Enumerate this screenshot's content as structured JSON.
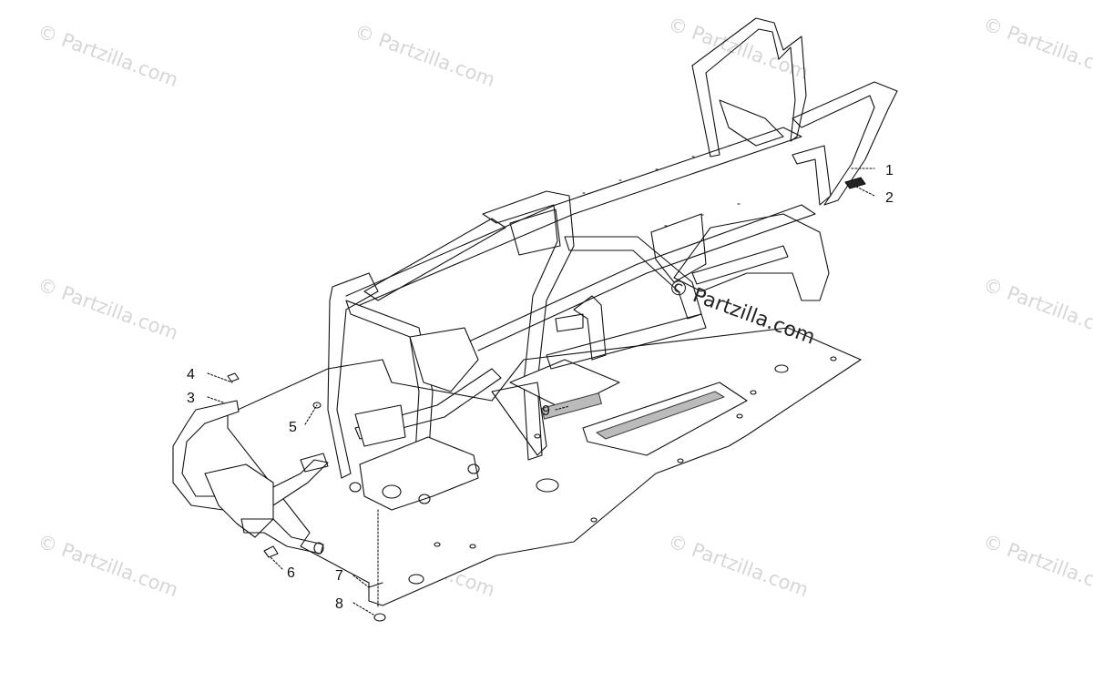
{
  "watermark": {
    "text": "© Partzilla.com",
    "center_text": "© Partzilla.com"
  },
  "callouts": [
    {
      "number": "1"
    },
    {
      "number": "2"
    },
    {
      "number": "3"
    },
    {
      "number": "4"
    },
    {
      "number": "5"
    },
    {
      "number": "6"
    },
    {
      "number": "7"
    },
    {
      "number": "8"
    },
    {
      "number": "9"
    }
  ]
}
